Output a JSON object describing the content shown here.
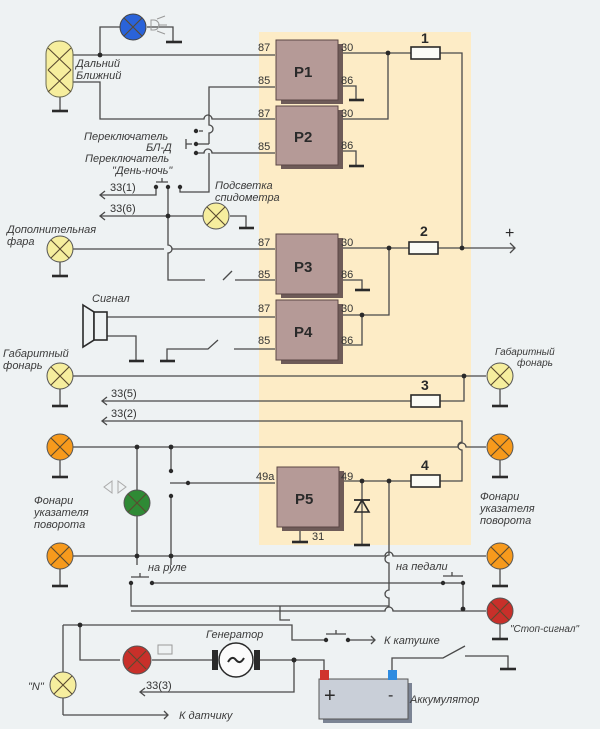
{
  "diagram": {
    "colors": {
      "panel": "#fdecc6",
      "background": "#eef2f3",
      "relay": "#b59a97",
      "lamp_yellow": "#f6ee9e",
      "lamp_orange": "#f79a1c",
      "lamp_red": "#c8302a",
      "lamp_blue": "#2a63d9",
      "lamp_green": "#2f8a35",
      "battery": "#c9cfd8"
    },
    "relays": [
      {
        "id": "P1",
        "label": "Р1",
        "pins": {
          "in87": "87",
          "in85": "85",
          "out30": "30",
          "out86": "86"
        }
      },
      {
        "id": "P2",
        "label": "Р2",
        "pins": {
          "in87": "87",
          "in85": "85",
          "out30": "30",
          "out86": "86"
        }
      },
      {
        "id": "P3",
        "label": "Р3",
        "pins": {
          "in87": "87",
          "in85": "85",
          "out30": "30",
          "out86": "86"
        }
      },
      {
        "id": "P4",
        "label": "Р4",
        "pins": {
          "in87": "87",
          "in85": "85",
          "out30": "30",
          "out86": "86"
        }
      },
      {
        "id": "P5",
        "label": "Р5",
        "pins": {
          "in": "49a",
          "out": "49",
          "gnd": "31"
        }
      }
    ],
    "fuses": [
      "1",
      "2",
      "3",
      "4"
    ],
    "plus_label": "+",
    "labels": {
      "headlight_high": "Дальний",
      "headlight_low": "Ближний",
      "switch_bl_d": "Переключатель",
      "switch_bl_d_name": "БЛ-Д",
      "switch_day_night": "Переключатель",
      "switch_day_night_name": "\"День-ночь\"",
      "speedo_light_1": "Подсветка",
      "speedo_light_2": "спидометра",
      "aux_light_1": "Дополнительная",
      "aux_light_2": "фара",
      "horn": "Сигнал",
      "parking_left_1": "Габаритный",
      "parking_left_2": "фонарь",
      "parking_right_1": "Габаритный",
      "parking_right_2": "фонарь",
      "turn_left_1": "Фонари",
      "turn_left_2": "указателя",
      "turn_left_3": "поворота",
      "turn_right_1": "Фонари",
      "turn_right_2": "указателя",
      "turn_right_3": "поворота",
      "on_wheel": "на руле",
      "on_pedal": "на педали",
      "stop_signal": "\"Стоп-сигнал\"",
      "to_coil": "К катушке",
      "generator": "Генератор",
      "neutral": "\"N\"",
      "to_sensor": "К датчику",
      "battery": "Аккумулятор",
      "battery_plus": "+",
      "battery_minus": "-"
    },
    "connectors": [
      "33(1)",
      "33(6)",
      "33(5)",
      "33(2)",
      "33(3)"
    ]
  }
}
